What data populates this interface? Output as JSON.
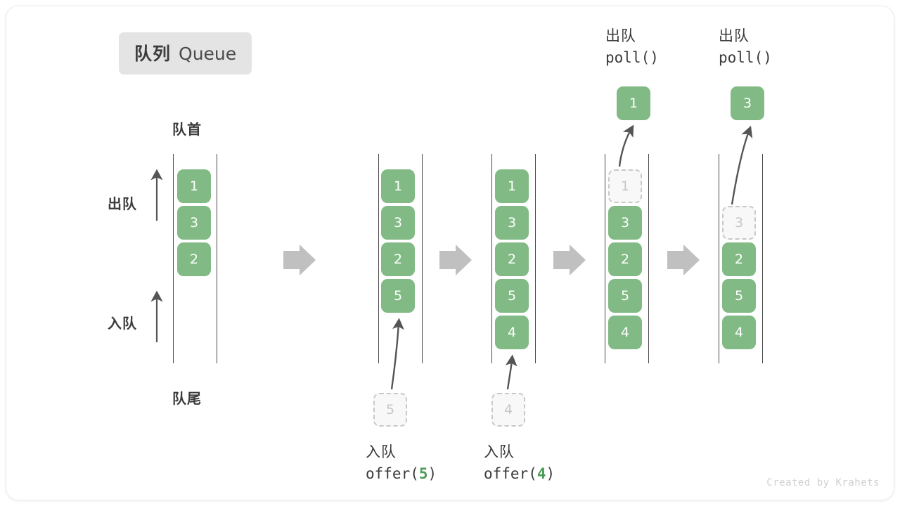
{
  "title": {
    "cn": "队列",
    "en": "Queue"
  },
  "labels": {
    "head": "队首",
    "tail": "队尾",
    "dequeue_side": "出队",
    "enqueue_side": "入队"
  },
  "watermark": "Created by Krahets",
  "colors": {
    "element_green": "#81ba84",
    "ghost_fill": "#f8f8f8",
    "ghost_border": "#c8c8c8",
    "rail": "#4a4a4a",
    "step_arrow": "#c0c0c0",
    "text": "#3b3b3b",
    "title_chip_bg": "#e4e4e4",
    "code_accent": "#4a9c56"
  },
  "operations": {
    "offer_5": {
      "cn": "入队",
      "code_prefix": "offer(",
      "value": "5",
      "code_suffix": ")"
    },
    "offer_4": {
      "cn": "入队",
      "code_prefix": "offer(",
      "value": "4",
      "code_suffix": ")"
    },
    "poll_1": {
      "cn": "出队",
      "code": "poll()"
    },
    "poll_2": {
      "cn": "出队",
      "code": "poll()"
    }
  },
  "columns": [
    {
      "id": "initial",
      "slots": [
        {
          "value": "1",
          "state": "filled"
        },
        {
          "value": "3",
          "state": "filled"
        },
        {
          "value": "2",
          "state": "filled"
        }
      ]
    },
    {
      "id": "after-offer-5",
      "slots": [
        {
          "value": "1",
          "state": "filled"
        },
        {
          "value": "3",
          "state": "filled"
        },
        {
          "value": "2",
          "state": "filled"
        },
        {
          "value": "5",
          "state": "filled"
        }
      ],
      "incoming": {
        "value": "5",
        "state": "ghost"
      }
    },
    {
      "id": "after-offer-4",
      "slots": [
        {
          "value": "1",
          "state": "filled"
        },
        {
          "value": "3",
          "state": "filled"
        },
        {
          "value": "2",
          "state": "filled"
        },
        {
          "value": "5",
          "state": "filled"
        },
        {
          "value": "4",
          "state": "filled"
        }
      ],
      "incoming": {
        "value": "4",
        "state": "ghost"
      }
    },
    {
      "id": "after-poll-1",
      "slots": [
        {
          "value": "1",
          "state": "ghost"
        },
        {
          "value": "3",
          "state": "filled"
        },
        {
          "value": "2",
          "state": "filled"
        },
        {
          "value": "5",
          "state": "filled"
        },
        {
          "value": "4",
          "state": "filled"
        }
      ],
      "outgoing": {
        "value": "1",
        "state": "filled"
      }
    },
    {
      "id": "after-poll-2",
      "slots": [
        {
          "value": "",
          "state": "empty"
        },
        {
          "value": "3",
          "state": "ghost"
        },
        {
          "value": "2",
          "state": "filled"
        },
        {
          "value": "5",
          "state": "filled"
        },
        {
          "value": "4",
          "state": "filled"
        }
      ],
      "outgoing": {
        "value": "3",
        "state": "filled"
      }
    }
  ]
}
